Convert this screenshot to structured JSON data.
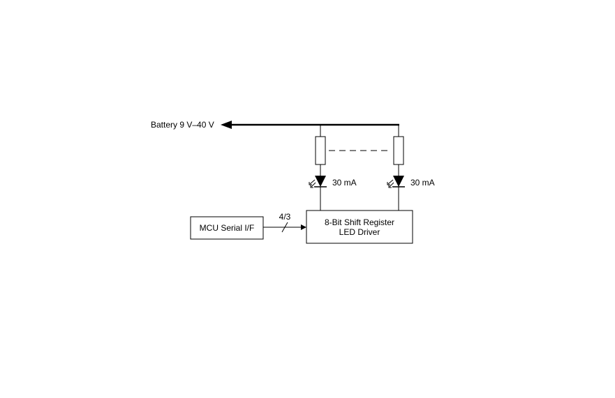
{
  "diagram": {
    "battery_label": "Battery 9 V–40 V",
    "led_left_current": "30 mA",
    "led_right_current": "30 mA",
    "mcu_label": "MCU Serial I/F",
    "bus_width_label": "4/3",
    "driver_label_line1": "8-Bit Shift Register",
    "driver_label_line2": "LED Driver"
  }
}
